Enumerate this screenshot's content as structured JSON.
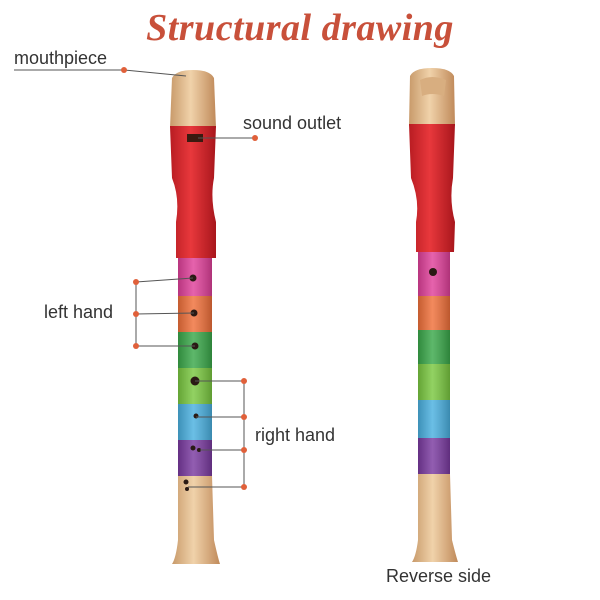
{
  "title": "Structural drawing",
  "labels": {
    "mouthpiece": "mouthpiece",
    "sound_outlet": "sound outlet",
    "left_hand": "left hand",
    "right_hand": "right hand",
    "reverse_side": "Reverse side"
  },
  "colors": {
    "title": "#c8503a",
    "leader_dot": "#e0603a",
    "wood": "#e8c49a",
    "red_body": "#d8282e",
    "band_magenta": "#e0409a",
    "band_orange": "#f0703a",
    "band_green": "#3aa84a",
    "band_lime": "#7ac840",
    "band_blue": "#4ab0e0",
    "band_purple": "#7a3aa0"
  }
}
